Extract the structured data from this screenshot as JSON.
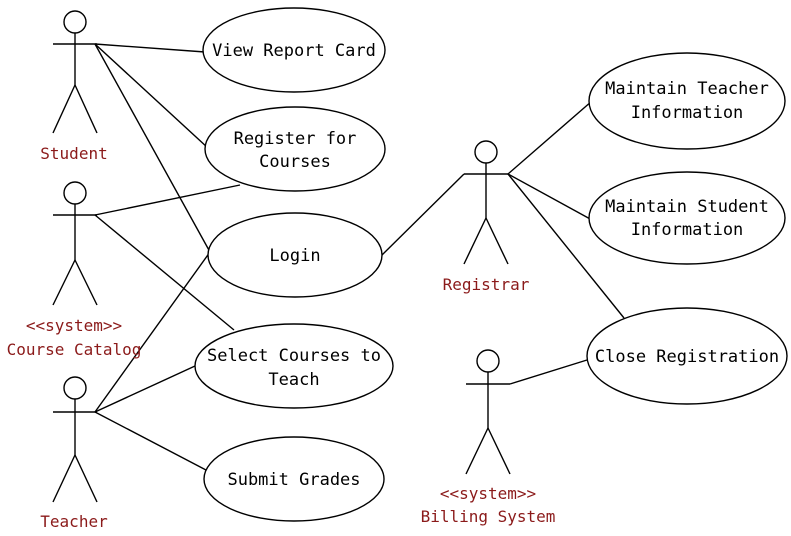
{
  "colors": {
    "line": "#000000",
    "actor_label": "#8b1a1a",
    "use_case_text": "#000000"
  },
  "actors": {
    "student": {
      "name": "Student"
    },
    "course_catalog": {
      "stereotype": "<<system>>",
      "name": "Course Catalog"
    },
    "teacher": {
      "name": "Teacher"
    },
    "registrar": {
      "name": "Registrar"
    },
    "billing_system": {
      "stereotype": "<<system>>",
      "name": "Billing System"
    }
  },
  "use_cases": {
    "view_report_card": [
      "View Report Card"
    ],
    "register_for_courses": [
      "Register for",
      "Courses"
    ],
    "login": [
      "Login"
    ],
    "select_courses_to_teach": [
      "Select Courses to",
      "Teach"
    ],
    "submit_grades": [
      "Submit Grades"
    ],
    "maintain_teacher_information": [
      "Maintain Teacher",
      "Information"
    ],
    "maintain_student_information": [
      "Maintain Student",
      "Information"
    ],
    "close_registration": [
      "Close Registration"
    ]
  }
}
